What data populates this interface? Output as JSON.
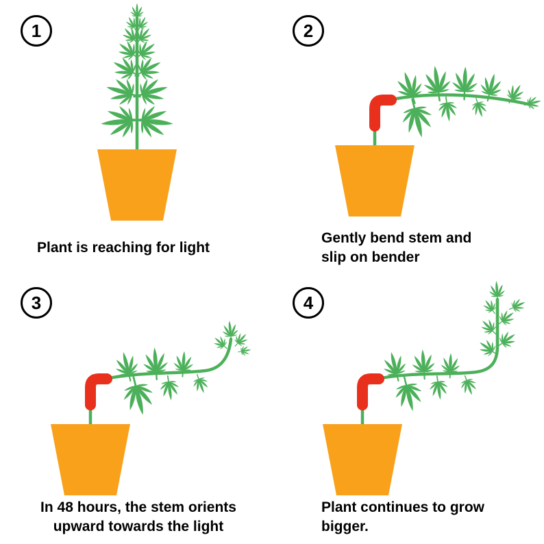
{
  "colors": {
    "green": "#4cb05a",
    "orange": "#f9a11b",
    "red": "#e8301d",
    "ink": "#000000"
  },
  "panels": [
    {
      "number": "1",
      "caption": "Plant is reaching for light"
    },
    {
      "number": "2",
      "caption": "Gently bend stem and slip on bender"
    },
    {
      "number": "3",
      "caption": "In 48 hours, the stem orients upward towards the light"
    },
    {
      "number": "4",
      "caption": "Plant continues to grow bigger."
    }
  ]
}
